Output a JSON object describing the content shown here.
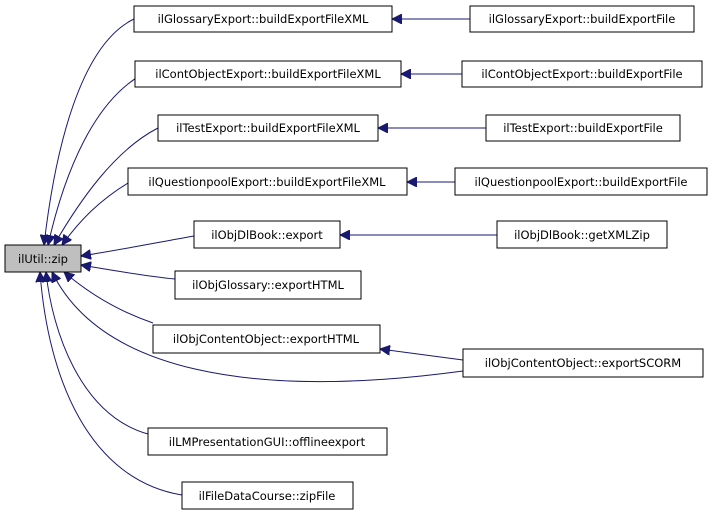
{
  "graph": {
    "edge_color": "#191970",
    "root_fill": "#bfbfbf",
    "nodes": {
      "root": "ilUtil::zip",
      "glossary_xml": "ilGlossaryExport::buildExportFileXML",
      "glossary_file": "ilGlossaryExport::buildExportFile",
      "contobj_xml": "ilContObjectExport::buildExportFileXML",
      "contobj_file": "ilContObjectExport::buildExportFile",
      "test_xml": "ilTestExport::buildExportFileXML",
      "test_file": "ilTestExport::buildExportFile",
      "qpool_xml": "ilQuestionpoolExport::buildExportFileXML",
      "qpool_file": "ilQuestionpoolExport::buildExportFile",
      "dlbook_export": "ilObjDlBook::export",
      "dlbook_zip": "ilObjDlBook::getXMLZip",
      "glossary_html": "ilObjGlossary::exportHTML",
      "content_html": "ilObjContentObject::exportHTML",
      "content_scorm": "ilObjContentObject::exportSCORM",
      "lm_offline": "ilLMPresentationGUI::offlineexport",
      "filedata_zip": "ilFileDataCourse::zipFile"
    },
    "edges": [
      {
        "from": "glossary_xml",
        "to": "root"
      },
      {
        "from": "contobj_xml",
        "to": "root"
      },
      {
        "from": "test_xml",
        "to": "root"
      },
      {
        "from": "qpool_xml",
        "to": "root"
      },
      {
        "from": "dlbook_export",
        "to": "root"
      },
      {
        "from": "glossary_html",
        "to": "root"
      },
      {
        "from": "content_html",
        "to": "root"
      },
      {
        "from": "content_scorm",
        "to": "root"
      },
      {
        "from": "lm_offline",
        "to": "root"
      },
      {
        "from": "filedata_zip",
        "to": "root"
      },
      {
        "from": "glossary_file",
        "to": "glossary_xml"
      },
      {
        "from": "contobj_file",
        "to": "contobj_xml"
      },
      {
        "from": "test_file",
        "to": "test_xml"
      },
      {
        "from": "qpool_file",
        "to": "qpool_xml"
      },
      {
        "from": "dlbook_zip",
        "to": "dlbook_export"
      },
      {
        "from": "content_scorm",
        "to": "content_html"
      }
    ]
  }
}
